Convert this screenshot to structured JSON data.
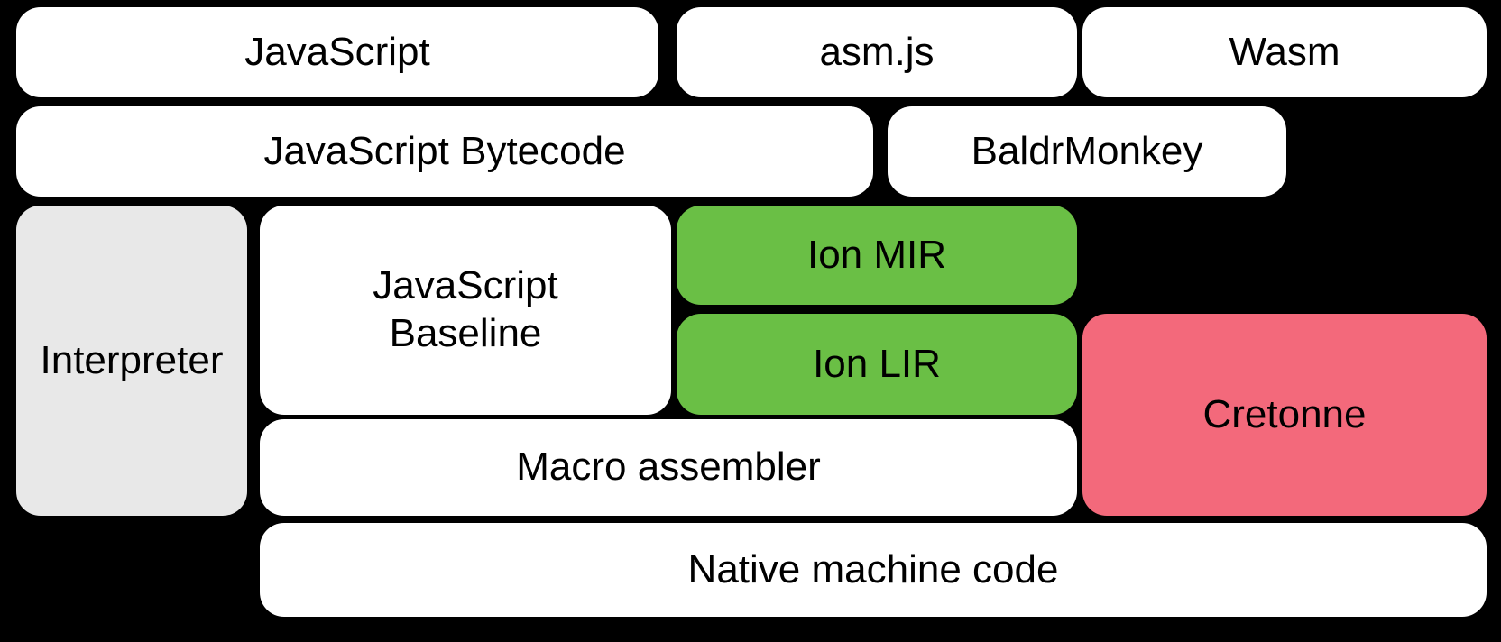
{
  "diagram": {
    "background": "#000000",
    "text_color": "#000000",
    "colors": {
      "box_white": "#ffffff",
      "box_gray": "#e8e8e8",
      "box_green": "#6abf45",
      "box_pink": "#f3697b"
    },
    "boxes": {
      "javascript": {
        "label": "JavaScript",
        "fill": "#ffffff"
      },
      "asmjs": {
        "label": "asm.js",
        "fill": "#ffffff"
      },
      "wasm": {
        "label": "Wasm",
        "fill": "#ffffff"
      },
      "javascript_bytecode": {
        "label": "JavaScript Bytecode",
        "fill": "#ffffff"
      },
      "baldrmonkey": {
        "label": "BaldrMonkey",
        "fill": "#ffffff"
      },
      "interpreter": {
        "label": "Interpreter",
        "fill": "#e8e8e8"
      },
      "javascript_baseline": {
        "label": "JavaScript Baseline",
        "fill": "#ffffff"
      },
      "ion_mir": {
        "label": "Ion MIR",
        "fill": "#6abf45"
      },
      "ion_lir": {
        "label": "Ion LIR",
        "fill": "#6abf45"
      },
      "cretonne": {
        "label": "Cretonne",
        "fill": "#f3697b"
      },
      "macro_assembler": {
        "label": "Macro assembler",
        "fill": "#ffffff"
      },
      "native_machine_code": {
        "label": "Native machine code",
        "fill": "#ffffff"
      }
    }
  }
}
